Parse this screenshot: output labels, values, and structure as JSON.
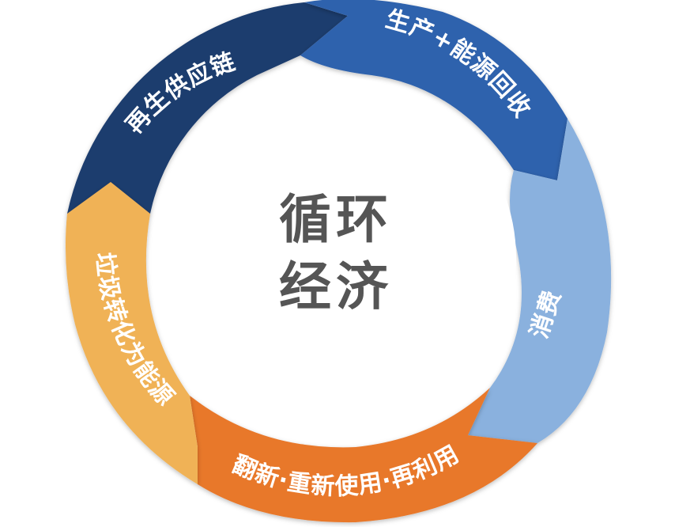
{
  "center": {
    "line1": "循环",
    "line2": "经济"
  },
  "segments": [
    {
      "label": "再生供应链",
      "color": "#1f3c6e"
    },
    {
      "label": "生产+能源回收",
      "color": "#2f62ad"
    },
    {
      "label": "消费",
      "color": "#8ab1de"
    },
    {
      "label": "翻新·重新使用·再利用",
      "color": "#e8782c"
    },
    {
      "label": "垃圾转化为能源",
      "color": "#f0b257"
    }
  ]
}
